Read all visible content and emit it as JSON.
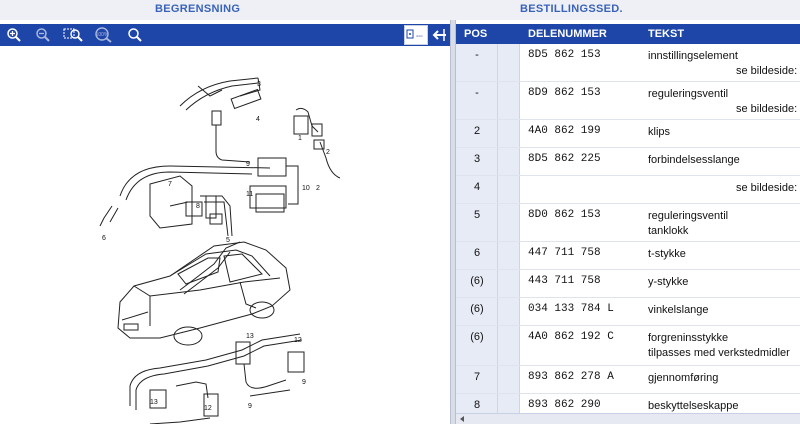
{
  "headers": {
    "left": "BEGRENSNING",
    "right": "BESTILLINGSSED."
  },
  "toolbar": {
    "buttons": [
      {
        "name": "zoom-in-icon"
      },
      {
        "name": "zoom-out-icon"
      },
      {
        "name": "zoom-area-icon"
      },
      {
        "name": "zoom-100-icon",
        "label": "100%"
      },
      {
        "name": "search-icon"
      }
    ],
    "right_buttons": [
      {
        "name": "sheet-view-icon",
        "label": "▫▫▫"
      },
      {
        "name": "swap-panels-icon"
      }
    ]
  },
  "table": {
    "columns": [
      "POS",
      "DELENUMMER",
      "TEKST"
    ],
    "rows": [
      {
        "pos": "-",
        "part": "8D5 862 153",
        "text": "innstillingselement",
        "text2": "se bildeside:"
      },
      {
        "pos": "-",
        "part": "8D9 862 153",
        "text": "reguleringsventil",
        "text2": "se bildeside:"
      },
      {
        "pos": "2",
        "part": "4A0 862 199",
        "text": "klips",
        "text2": ""
      },
      {
        "pos": "3",
        "part": "8D5 862 225",
        "text": "forbindelsesslange",
        "text2": ""
      },
      {
        "pos": "4",
        "part": "",
        "text": "",
        "text2": "se bildeside:"
      },
      {
        "pos": "5",
        "part": "8D0 862 153",
        "text": "reguleringsventil",
        "text2": "tanklokk"
      },
      {
        "pos": "6",
        "part": "447 711 758",
        "text": "t-stykke",
        "text2": ""
      },
      {
        "pos": "(6)",
        "part": "443 711 758",
        "text": "y-stykke",
        "text2": ""
      },
      {
        "pos": "(6)",
        "part": "034 133 784 L",
        "text": "vinkelslange",
        "text2": ""
      },
      {
        "pos": "(6)",
        "part": "4A0 862 192 C",
        "text": "forgreninsstykke",
        "text2": "tilpasses med verkstedmidler"
      },
      {
        "pos": "7",
        "part": "893 862 278 A",
        "text": "gjennomføring",
        "text2": ""
      },
      {
        "pos": "8",
        "part": "893 862 290",
        "text": "beskyttelseskappe",
        "text2": ""
      }
    ]
  },
  "diagram": {
    "callouts": [
      "3",
      "4",
      "1",
      "2",
      "9",
      "10",
      "11",
      "2",
      "7",
      "8",
      "6",
      "5",
      "13",
      "12",
      "9",
      "13",
      "12",
      "9"
    ]
  },
  "colors": {
    "accent": "#1e46a8",
    "header_text": "#3a63b8",
    "row_shade": "#e7ebf5"
  }
}
